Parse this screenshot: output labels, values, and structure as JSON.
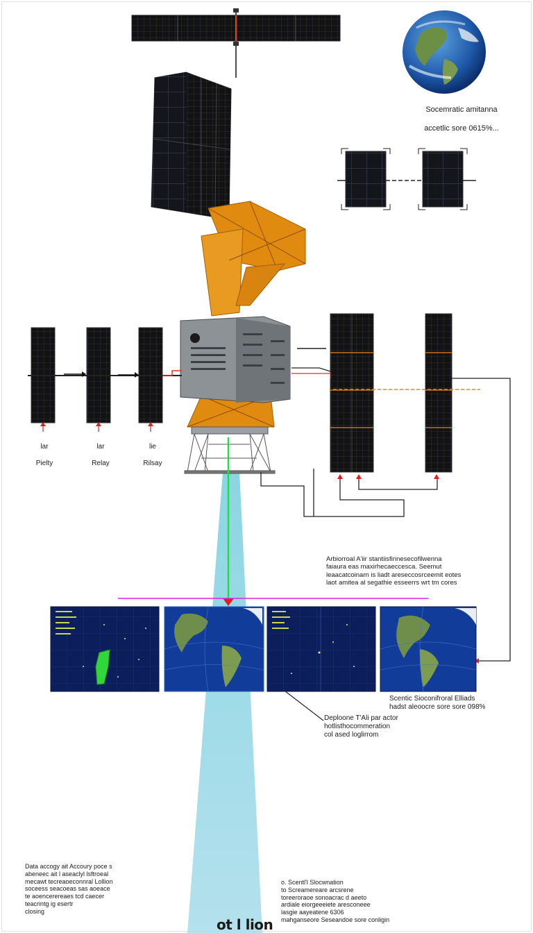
{
  "earth_caption": {
    "line1": "Socemratic amitanna",
    "line2": "accetlic sore 0615%..."
  },
  "relays": [
    {
      "top": "lar",
      "bottom": "Pielty"
    },
    {
      "top": "lar",
      "bottom": "Relay"
    },
    {
      "top": "lie",
      "bottom": "Rilsay"
    }
  ],
  "annotation_right": "Arbiorroal A'iir stantiisfirinesecofilwenna\nfaiaura eas maxirhecaeccesca. Seemut\nleaacatcoinarn is liadt areseccosrceemit eotes\nlaot amitea al segathie esseerrs wrt tm cores",
  "annotation_scientific": "Scentic Sioconifroral Elliads\nhadst aleoocre sore sore 098%",
  "annotation_deploy": "Deploone T'Ali par actor\nhotlisthocommeration\ncol ased loglirrom",
  "note_left": "Data accogy ait Accoury poce s\nabeneec ait l aseaclyl lsftroeal\nmecawt tecreaoeconnral Lollion\nsoceess seacoeas sas aoeace\nte aoencerereaes tcd caecer\nteacrintg ig esertr\nclosing",
  "note_center": "o. Scentl'l Slocwnation\nto Screamereare arcsrene\ntoreeroraoe sonoacrac d aeeto\nardiale eiorgeeeiete aresconeee\nlasgie aayeatene 6306\nmahganseore Seseandoe sore conligin",
  "bottom_title": "ot l lion",
  "colors": {
    "beam": "#8fd3e6",
    "green_beam": "#22dd44",
    "frame_truss": "#e08a10",
    "bus": "#8d9296",
    "panel": "#121212",
    "arrow_red": "#e02020",
    "magenta_line": "#dd22dd",
    "orange_dash": "#e08a10"
  }
}
